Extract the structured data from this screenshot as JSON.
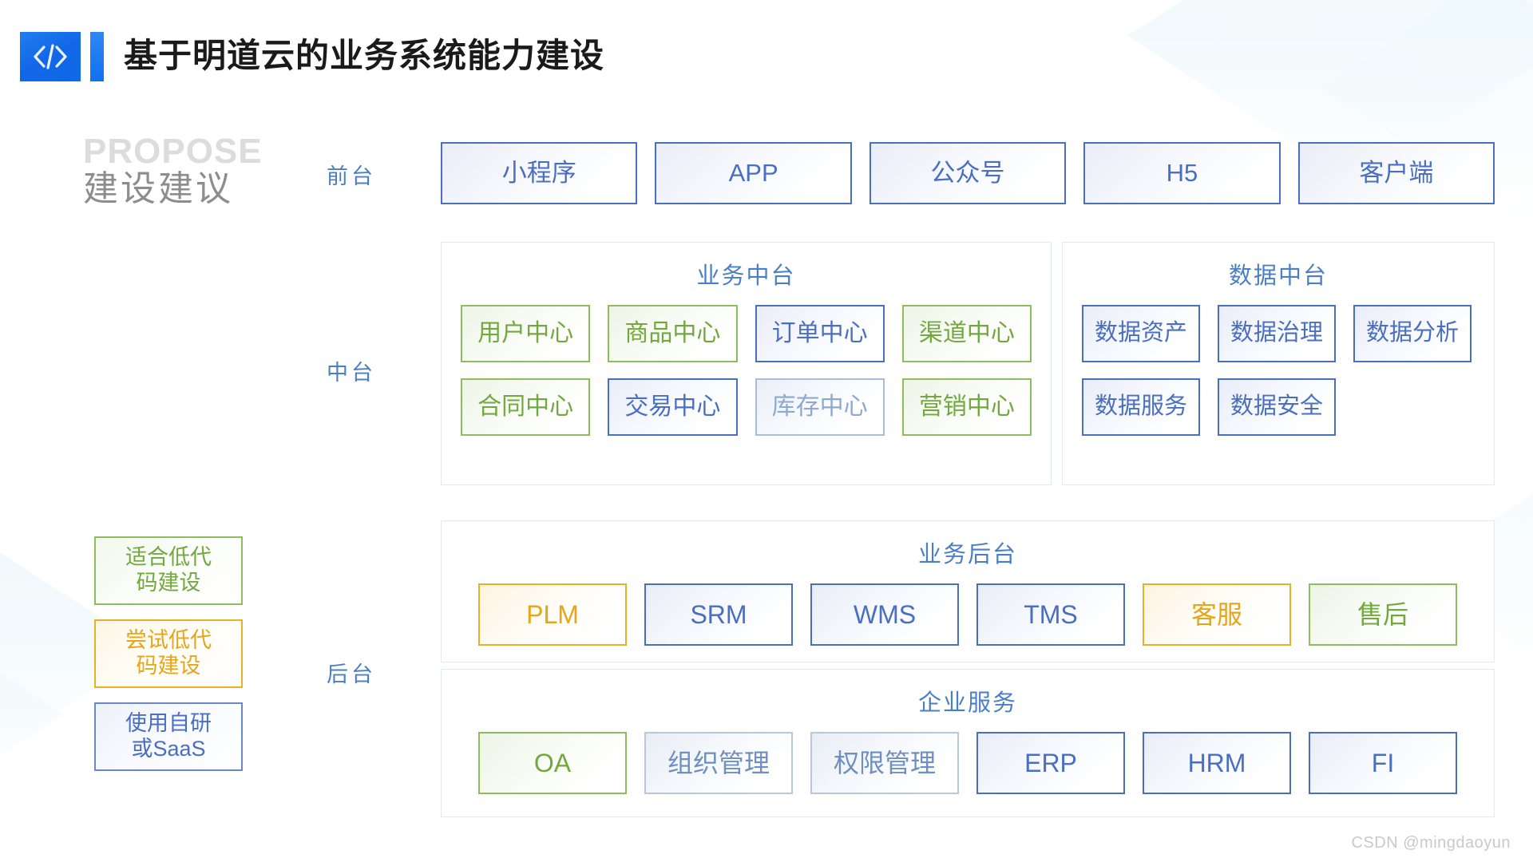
{
  "header": {
    "logo_glyph": "</>",
    "title": "基于明道云的业务系统能力建设"
  },
  "caption": {
    "english": "PROPOSE",
    "chinese": "建设建议"
  },
  "tiers": {
    "front": "前台",
    "middle": "中台",
    "back": "后台"
  },
  "legend": [
    {
      "label_line1": "适合低代",
      "label_line2": "码建设",
      "color": "green",
      "hex": "#72a83f"
    },
    {
      "label_line1": "尝试低代",
      "label_line2": "码建设",
      "color": "orange",
      "hex": "#e5a51c"
    },
    {
      "label_line1": "使用自研",
      "label_line2": "或SaaS",
      "color": "blue",
      "hex": "#4a6fc0"
    }
  ],
  "front_row": [
    {
      "label": "小程序",
      "color": "blue"
    },
    {
      "label": "APP",
      "color": "blue"
    },
    {
      "label": "公众号",
      "color": "blue"
    },
    {
      "label": "H5",
      "color": "blue"
    },
    {
      "label": "客户端",
      "color": "blue"
    }
  ],
  "business_platform": {
    "title": "业务中台",
    "rows": [
      [
        {
          "label": "用户中心",
          "color": "green"
        },
        {
          "label": "商品中心",
          "color": "green"
        },
        {
          "label": "订单中心",
          "color": "blue"
        },
        {
          "label": "渠道中心",
          "color": "green"
        }
      ],
      [
        {
          "label": "合同中心",
          "color": "green"
        },
        {
          "label": "交易中心",
          "color": "blue"
        },
        {
          "label": "库存中心",
          "color": "lightblue"
        },
        {
          "label": "营销中心",
          "color": "green"
        }
      ]
    ]
  },
  "data_platform": {
    "title": "数据中台",
    "rows": [
      [
        {
          "label": "数据资产",
          "color": "blue"
        },
        {
          "label": "数据治理",
          "color": "blue"
        },
        {
          "label": "数据分析",
          "color": "blue"
        }
      ],
      [
        {
          "label": "数据服务",
          "color": "blue"
        },
        {
          "label": "数据安全",
          "color": "blue"
        }
      ]
    ]
  },
  "business_backend": {
    "title": "业务后台",
    "items": [
      {
        "label": "PLM",
        "color": "orange"
      },
      {
        "label": "SRM",
        "color": "blue"
      },
      {
        "label": "WMS",
        "color": "blue"
      },
      {
        "label": "TMS",
        "color": "blue"
      },
      {
        "label": "客服",
        "color": "orange"
      },
      {
        "label": "售后",
        "color": "green"
      }
    ]
  },
  "enterprise_service": {
    "title": "企业服务",
    "items": [
      {
        "label": "OA",
        "color": "green"
      },
      {
        "label": "组织管理",
        "color": "softblue"
      },
      {
        "label": "权限管理",
        "color": "softblue"
      },
      {
        "label": "ERP",
        "color": "blue"
      },
      {
        "label": "HRM",
        "color": "blue"
      },
      {
        "label": "FI",
        "color": "blue"
      }
    ]
  },
  "watermark": "CSDN @mingdaoyun",
  "colors": {
    "brand_blue": "#1267e8",
    "tier_label": "#4a7fc4",
    "green": "#8cbf5c",
    "orange": "#e8b125",
    "blue": "#4a6fc0",
    "light_blue": "#a9bdd9",
    "panel_border": "#e4e9f0"
  }
}
